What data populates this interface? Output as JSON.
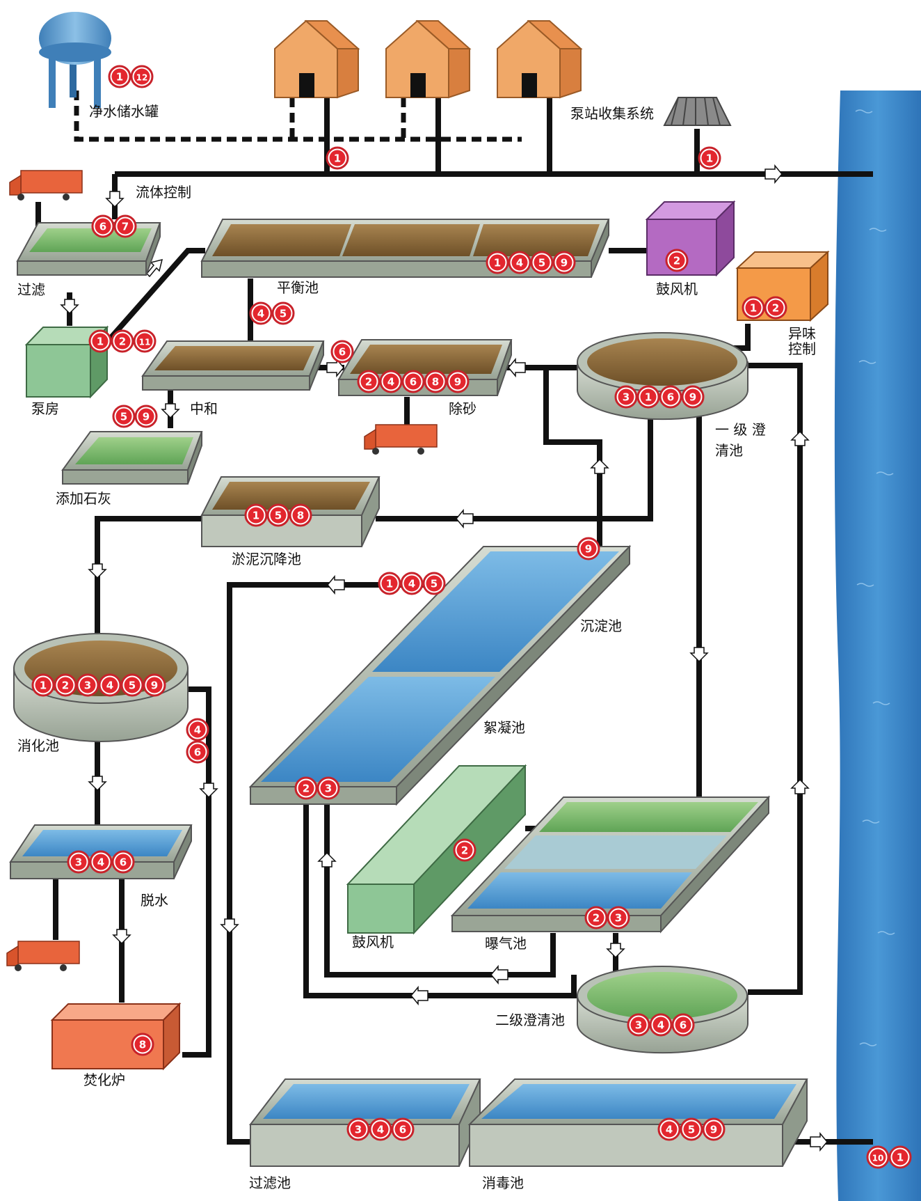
{
  "colors": {
    "river": "#3a86c8",
    "water": "#5da4d8",
    "sludge": "#8a6a3c",
    "green_water": "#7fbf6a",
    "concrete": "#b9c2b6",
    "house": "#f0a868",
    "truck": "#e8643c",
    "badge": "#e3262e",
    "blower_purple": "#b46ac2",
    "pumphouse_green": "#74b07a",
    "incinerator": "#f07850",
    "odor_box": "#f49a48"
  },
  "labels": {
    "storage_tank": "净水储水罐",
    "pump_collection": "泵站收集系统",
    "flow_control": "流体控制",
    "filter": "过滤",
    "equalization": "平衡池",
    "blower_top": "鼓风机",
    "odor_control_1": "异味",
    "odor_control_2": "控制",
    "pump_house": "泵房",
    "neutralization": "中和",
    "grit_removal": "除砂",
    "primary_clarifier_1": "一 级 澄",
    "primary_clarifier_2": "清池",
    "lime_addition": "添加石灰",
    "sludge_settling": "淤泥沉降池",
    "sedimentation": "沉淀池",
    "digester": "消化池",
    "flocculation": "絮凝池",
    "dewatering": "脱水",
    "blower_bottom": "鼓风机",
    "aeration": "曝气池",
    "secondary_clarifier": "二级澄清池",
    "incinerator": "焚化炉",
    "filter_tank": "过滤池",
    "disinfection": "消毒池"
  },
  "badges": {
    "storage_tank": [
      "1",
      "12"
    ],
    "house_main": [
      "1"
    ],
    "pump_station": [
      "1"
    ],
    "flow_control": [
      "6",
      "7"
    ],
    "equalization": [
      "1",
      "4",
      "5",
      "9"
    ],
    "blower_top": [
      "2"
    ],
    "odor_control": [
      "1",
      "2"
    ],
    "eq_drop": [
      "4",
      "5"
    ],
    "pump_house": [
      "1",
      "2",
      "11"
    ],
    "neutralization_in": [
      "6"
    ],
    "grit": [
      "2",
      "4",
      "6",
      "8",
      "9"
    ],
    "primary_clarifier": [
      "3",
      "1",
      "6",
      "9"
    ],
    "lime": [
      "5",
      "9"
    ],
    "sludge_settling": [
      "1",
      "5",
      "8"
    ],
    "sedimentation_top": [
      "9"
    ],
    "sedimentation_mid": [
      "1",
      "4",
      "5"
    ],
    "digester": [
      "1",
      "2",
      "3",
      "4",
      "5",
      "9"
    ],
    "digester_side": [
      "4",
      "6"
    ],
    "flocculation": [
      "2",
      "3"
    ],
    "blower_bottom": [
      "2"
    ],
    "aeration": [
      "2",
      "3"
    ],
    "dewatering": [
      "3",
      "4",
      "6"
    ],
    "secondary_clarifier": [
      "3",
      "4",
      "6"
    ],
    "incinerator": [
      "8"
    ],
    "filter_tank": [
      "3",
      "4",
      "6"
    ],
    "disinfection": [
      "4",
      "5",
      "9"
    ],
    "outfall": [
      "10",
      "1"
    ]
  }
}
